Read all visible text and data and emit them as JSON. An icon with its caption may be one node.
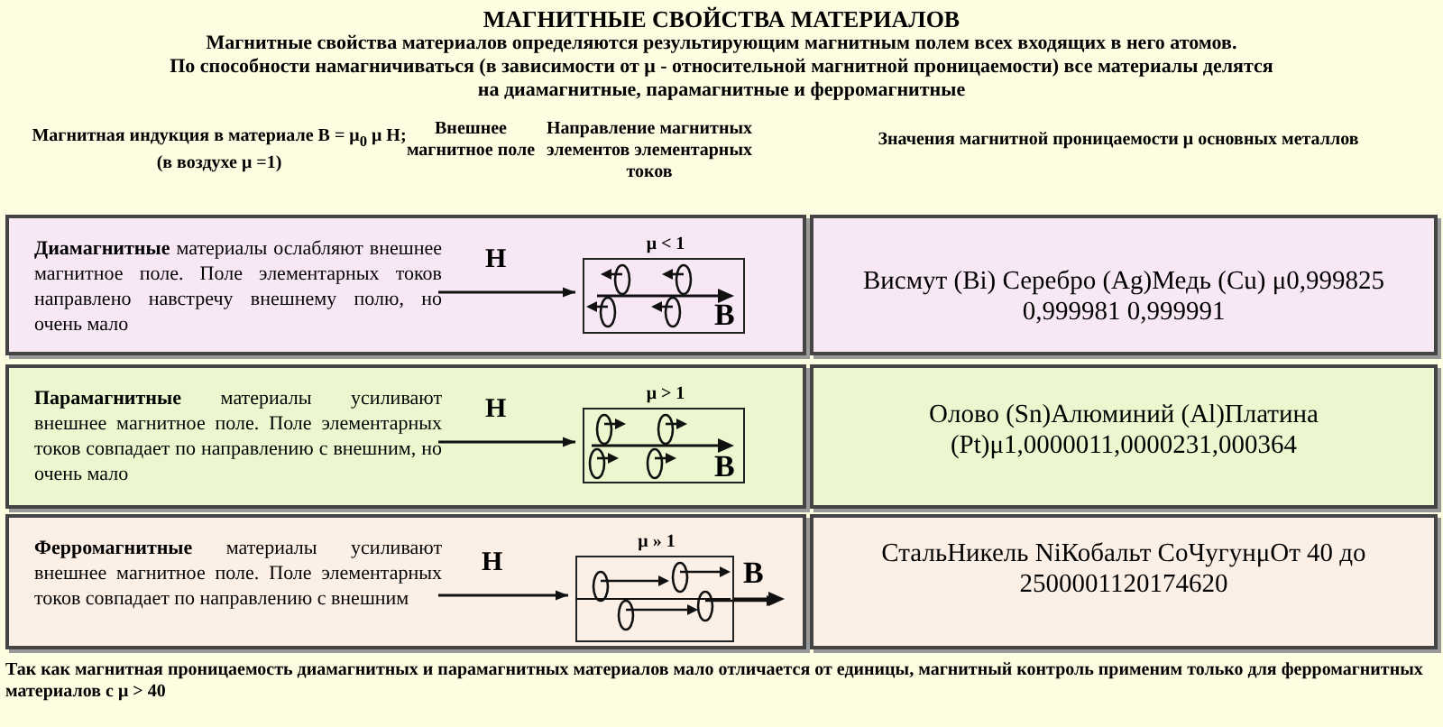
{
  "diagram": {
    "title": "МАГНИТНЫЕ СВОЙСТВА МАТЕРИАЛОВ",
    "nodes": [
      {
        "text": [
          "**Диамагнитные** материалы ослабляют внешнее магнитное поле. Поле элементарных токов направлено навстречу внешнему полю, но очень мало"
        ]
      },
      {
        "text": [
          "B"
        ],
        "in": 0,
        "beside": [
          "μ < 1"
        ]
      },
      {
        "text": [
          "Висмут (Bi) Серебро (Ag)Медь  (Cu) μ0,999825 0,999981 0,999991"
        ]
      },
      {
        "text": [
          "**Парамагнитные** материалы усиливают внешнее магнитное поле. Поле элементарных токов  совпадает по направлению с внешним, но очень мало"
        ]
      },
      {
        "text": [
          "B"
        ],
        "in": 3,
        "beside": [
          "μ > 1"
        ]
      },
      {
        "text": [
          "Олово (Sn)Алюминий (Al)Платина (Pt)μ1,0000011,0000231,000364"
        ]
      },
      {
        "text": [
          "**Ферромагнитные** материалы усиливают внешнее магнитное поле. Поле элементарных токов  совпадает по направлению с внешним"
        ]
      },
      {
        "text": [],
        "shape": "box",
        "in": 6,
        "beside": [
          "μ » 1",
          "B"
        ]
      },
      {
        "text": [
          "СтальНикель NiКобальт  СоЧугунμОт 40 до 2500001120174620"
        ]
      }
    ],
    "edges": [
      {
        "from": null,
        "to": 1,
        "arrow": "to",
        "label": "H"
      },
      {
        "from": null,
        "to": 4,
        "arrow": "to",
        "label": "H"
      },
      {
        "from": null,
        "to": 7,
        "arrow": "to",
        "label": "H"
      }
    ],
    "labels": [
      "Магнитные свойства материалов определяются результирующим магнитным полем всех входящих в него атомов.",
      "По способности намагничиваться  (в зависимости от μ  - относительной магнитной проницаемости)  все  материалы  делятся  на диамагнитные, парамагнитные и ферромагнитные",
      "Магнитная индукция в материале  B = μ$_{0}$ μ H; (в воздухе  μ =1)",
      "Внешнее магнитное поле",
      "Направление магнитных элементов элементарных токов",
      "Значения магнитной проницаемости μ основных металлов",
      "Так как магнитная проницаемость диамагнитных и парамагнитных материалов мало отличается от единицы, магнитный контроль применим только для ферромагнитных материалов с μ > 40"
    ]
  }
}
